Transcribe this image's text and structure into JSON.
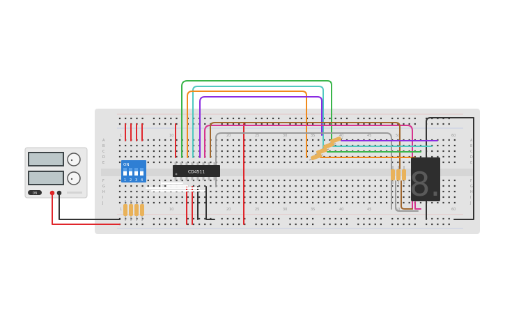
{
  "breadboard": {
    "column_labels": [
      "1",
      "10",
      "20",
      "25",
      "30",
      "35",
      "40",
      "45",
      "50",
      "60"
    ],
    "row_labels_top": [
      "A",
      "B",
      "C",
      "D",
      "E"
    ],
    "row_labels_bottom": [
      "F",
      "G",
      "H",
      "I",
      "J"
    ]
  },
  "power_supply": {
    "button_label": "ON"
  },
  "dip_switch": {
    "on_label": "ON",
    "switch_numbers": [
      "1",
      "2",
      "3",
      "4"
    ]
  },
  "ic": {
    "label": "CD4511"
  },
  "seven_segment": {
    "digit": "8."
  },
  "colors": {
    "breadboard": "#e3e3e3",
    "wire_red": "#e0262b",
    "wire_black": "#333333",
    "wire_green": "#3ab54a",
    "wire_teal": "#50c8c0",
    "wire_orange": "#f08a1c",
    "wire_purple": "#8a2be2",
    "wire_pink": "#d6338f",
    "wire_brown": "#a0672d",
    "wire_gray": "#9a9a9a",
    "dip_body": "#2f7fd4",
    "ic_body": "#2b2b2b",
    "display_body": "#2e2e2e"
  }
}
